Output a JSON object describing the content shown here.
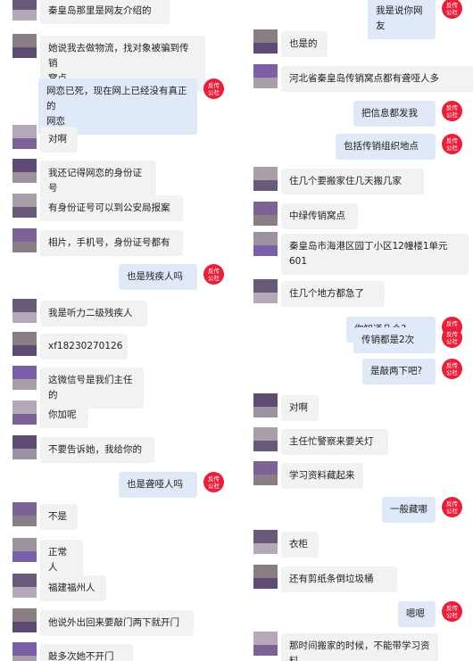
{
  "badge": {
    "line1": "反传",
    "line2": "公社",
    "color": "#e8203a"
  },
  "left_messages": [
    {
      "side": "in",
      "text": "秦皇岛那里是网友介绍的"
    },
    {
      "side": "in",
      "text": "她说我去做物流，找对象被骗到传销\n窝点"
    },
    {
      "side": "out",
      "text": "网恋已死，现在网上已经没有真正的\n网恋"
    },
    {
      "side": "in",
      "text": "对啊"
    },
    {
      "side": "in",
      "text": "我还记得网恋的身份证号"
    },
    {
      "side": "in",
      "text": "有身份证号可以到公安局报案"
    },
    {
      "side": "in",
      "text": "相片，手机号，身份证号都有"
    },
    {
      "side": "out",
      "text": "也是残疾人吗"
    },
    {
      "side": "in",
      "text": "我是听力二级残疾人"
    },
    {
      "side": "in",
      "text": "xf18230270126"
    },
    {
      "side": "in",
      "text": "这微信号是我们主任的"
    },
    {
      "side": "in",
      "text": "你加呢"
    },
    {
      "side": "in",
      "text": "不要告诉她，我给你的"
    },
    {
      "side": "out",
      "text": "也是聋哑人吗"
    },
    {
      "side": "in",
      "text": "不是"
    },
    {
      "side": "in",
      "text": "正常人"
    },
    {
      "side": "in",
      "text": "福建福州人"
    },
    {
      "side": "in",
      "text": "他说外出回来要敲门两下就开门"
    },
    {
      "side": "in",
      "text": "敲多次她不开门"
    }
  ],
  "right_messages": [
    {
      "side": "out",
      "text": "我是说你网友"
    },
    {
      "side": "in",
      "text": "也是的"
    },
    {
      "side": "in",
      "text": "河北省秦皇岛传销窝点都有聋哑人多"
    },
    {
      "side": "out",
      "text": "把信息都发我"
    },
    {
      "side": "out",
      "text": "包括传销组织地点"
    },
    {
      "side": "in",
      "text": "住几个要搬家住几天搬几家"
    },
    {
      "side": "in",
      "text": "中绿传销窝点"
    },
    {
      "side": "in",
      "text": "秦皇岛市海港区园丁小区12幢楼1单元\n601"
    },
    {
      "side": "in",
      "text": "住几个地方都急了"
    },
    {
      "side": "out",
      "text": "你知道几个?"
    },
    {
      "side": "out",
      "text": "传销都是2次"
    },
    {
      "side": "out",
      "text": "是敲两下吧?"
    },
    {
      "side": "in",
      "text": "对啊"
    },
    {
      "side": "in",
      "text": "主任忙警察来要关灯"
    },
    {
      "side": "in",
      "text": "学习资料藏起来"
    },
    {
      "side": "out",
      "text": "一般藏哪"
    },
    {
      "side": "in",
      "text": "衣柜"
    },
    {
      "side": "in",
      "text": "还有剪纸条倒垃圾桶"
    },
    {
      "side": "out",
      "text": "嗯嗯"
    },
    {
      "side": "in",
      "text": "那时间搬家的时候，不能带学习资\n料"
    }
  ]
}
